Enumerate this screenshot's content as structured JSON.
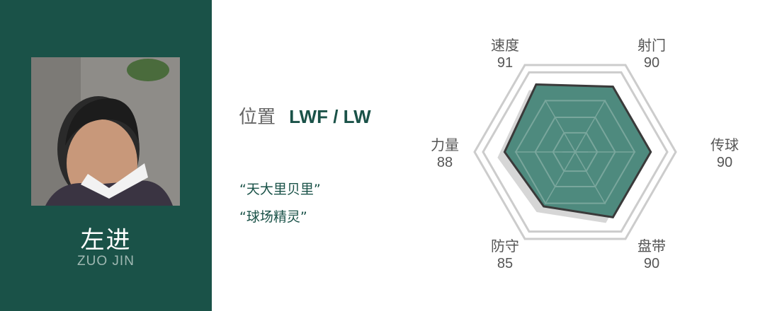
{
  "player": {
    "name_cn": "左进",
    "name_en": "ZUO JIN",
    "position_label": "位置",
    "position_value": "LWF / LW",
    "nicknames": [
      "“天大里贝里”",
      "“球场精灵”"
    ]
  },
  "colors": {
    "panel": "#1a5248",
    "radar_fill": "#4e8a7e",
    "radar_stroke": "#3a3a3a",
    "frame": "#cccccc"
  },
  "stats": [
    {
      "label": "速度",
      "value": 91
    },
    {
      "label": "射门",
      "value": 90
    },
    {
      "label": "传球",
      "value": 90
    },
    {
      "label": "盘带",
      "value": 90
    },
    {
      "label": "防守",
      "value": 85
    },
    {
      "label": "力量",
      "value": 88
    }
  ]
}
